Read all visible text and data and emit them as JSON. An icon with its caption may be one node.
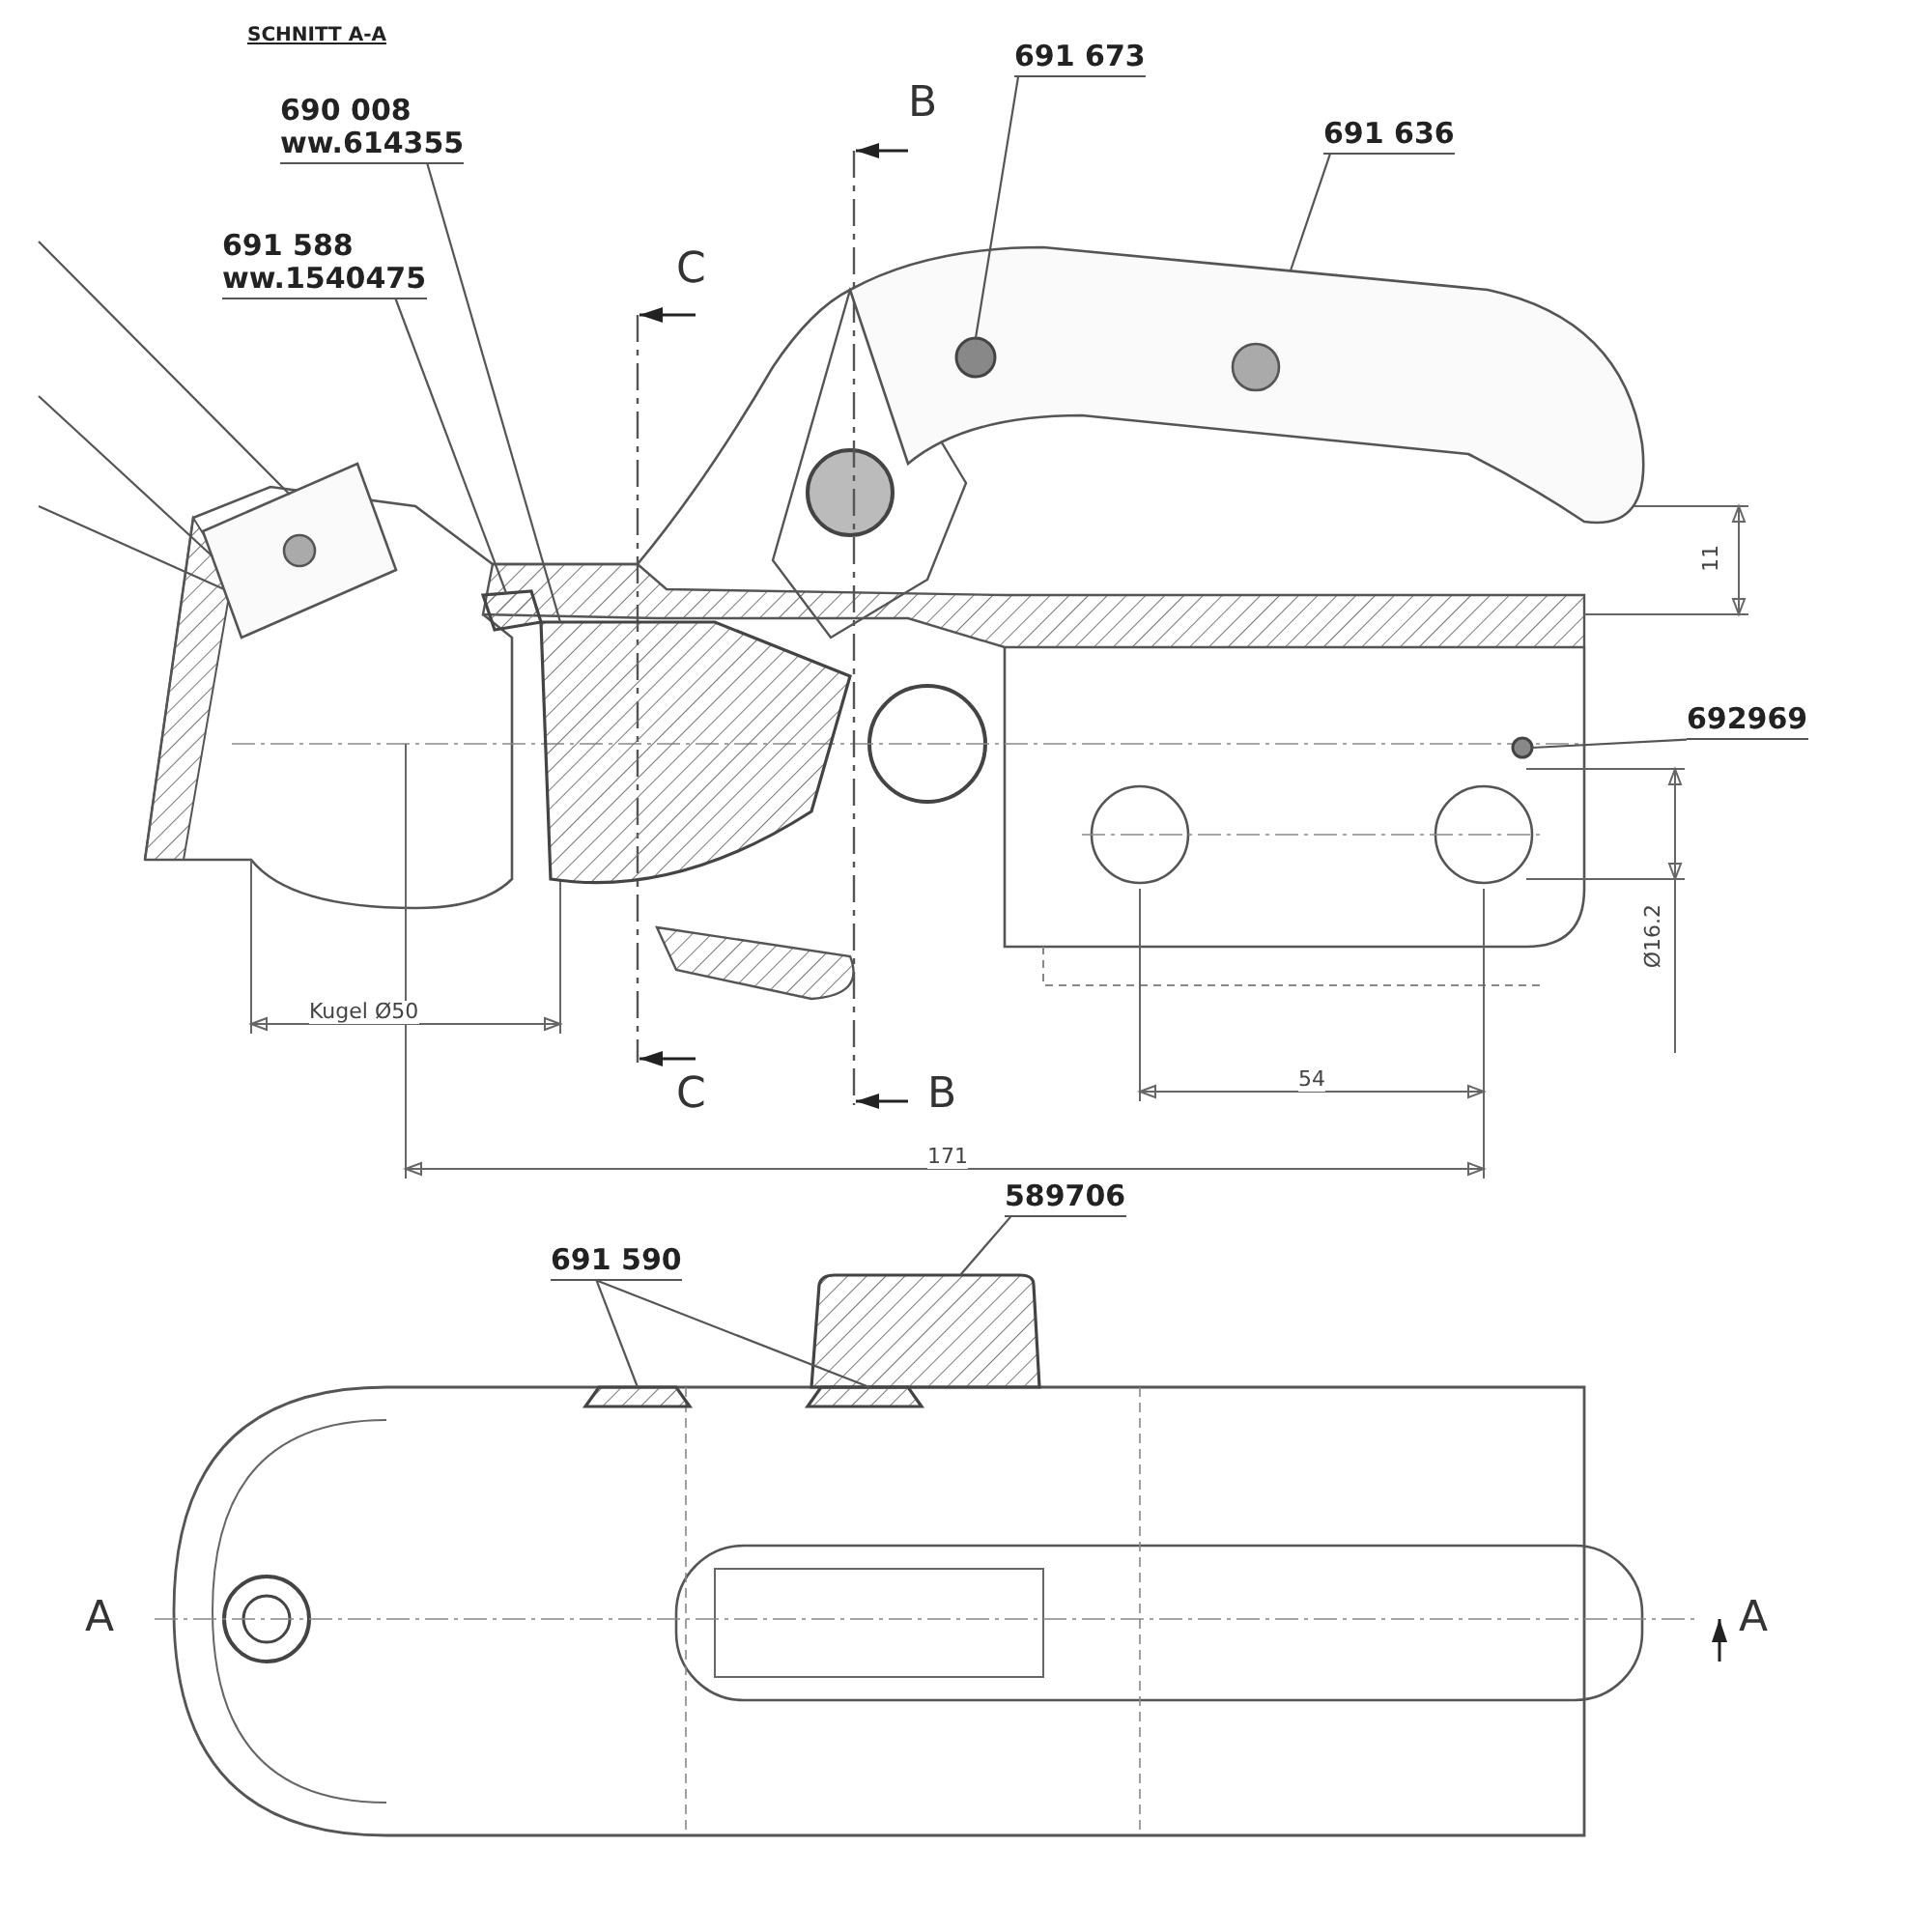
{
  "diagram": {
    "nodes": [
      {
        "text": [
          "690 008",
          "ww.614355"
        ]
      },
      {
        "text": [
          "691 588",
          "ww.1540475"
        ]
      },
      {
        "text": [
          "691 673"
        ]
      },
      {
        "text": [
          "691 636"
        ]
      },
      {
        "text": [
          "692969"
        ]
      },
      {
        "text": [
          "589706"
        ]
      },
      {
        "text": [
          "691 590"
        ]
      },
      {
        "text": [],
        "shape": "box"
      },
      {
        "text": [],
        "shape": "box"
      },
      {
        "text": [],
        "shape": "picture"
      },
      {
        "text": [],
        "shape": "circle",
        "in": 11
      },
      {
        "text": [],
        "shape": "picture"
      },
      {
        "text": [],
        "shape": "circle"
      },
      {
        "text": [],
        "shape": "box"
      },
      {
        "text": [],
        "shape": "box"
      },
      {
        "text": [],
        "shape": "box"
      }
    ],
    "edges": [
      {
        "from": 0,
        "to": 7,
        "arrow": "none"
      },
      {
        "from": 1,
        "to": 8,
        "arrow": "none"
      },
      {
        "from": 2,
        "to": 10,
        "arrow": "none"
      },
      {
        "from": 3,
        "to": 11,
        "arrow": "none"
      },
      {
        "from": 4,
        "to": 12,
        "arrow": "none"
      },
      {
        "from": 5,
        "to": 13,
        "arrow": "none"
      },
      {
        "from": 6,
        "to": 14,
        "arrow": "none"
      },
      {
        "from": 6,
        "to": 15,
        "arrow": "none"
      },
      {
        "from": null,
        "to": 9,
        "arrow": "none"
      },
      {
        "from": null,
        "to": 9,
        "arrow": "none"
      },
      {
        "from": null,
        "to": 9,
        "arrow": "none"
      }
    ],
    "labels": [
      "SCHNITT A-A",
      "B",
      "C",
      "11",
      "Ø16.2",
      "Kugel Ø50",
      "C",
      "54",
      "B",
      "171",
      "A",
      "A"
    ]
  }
}
